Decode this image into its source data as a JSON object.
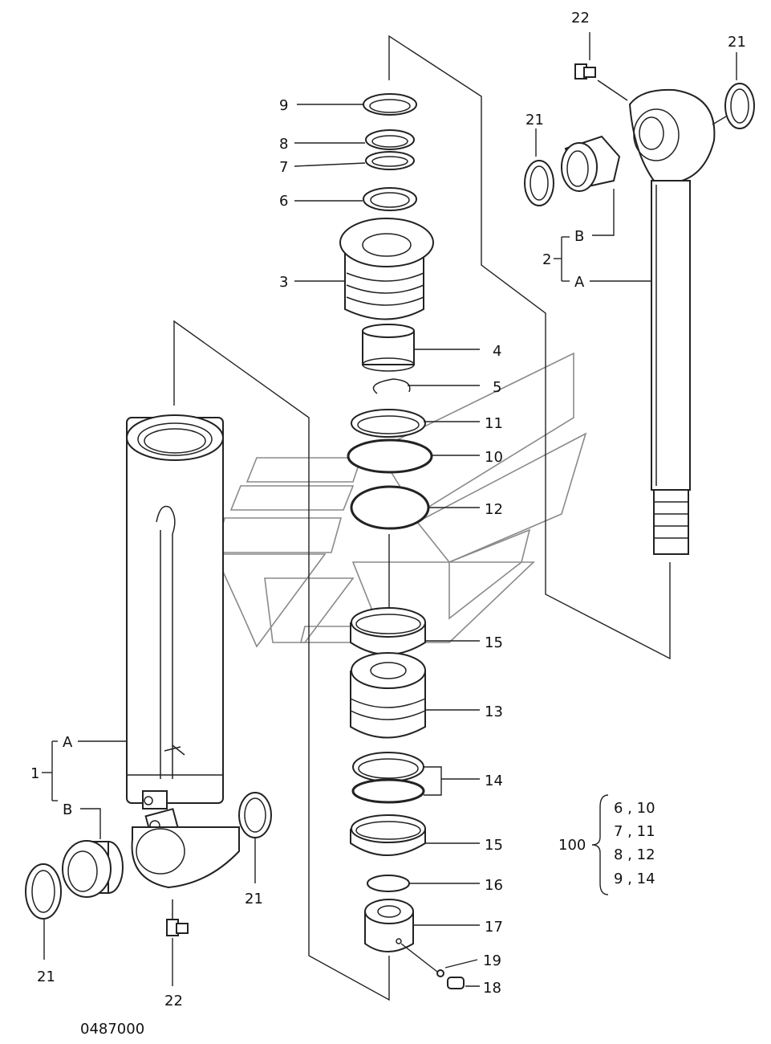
{
  "callouts": {
    "c1": "1",
    "c1a": "A",
    "c1b": "B",
    "c2": "2",
    "c2a": "A",
    "c2b": "B",
    "c3": "3",
    "c4": "4",
    "c5": "5",
    "c6": "6",
    "c7": "7",
    "c8": "8",
    "c9": "9",
    "c10": "10",
    "c11": "11",
    "c12": "12",
    "c13": "13",
    "c14": "14",
    "c15a": "15",
    "c15b": "15",
    "c16": "16",
    "c17": "17",
    "c18": "18",
    "c19": "19",
    "c21a": "21",
    "c21b": "21",
    "c21c": "21",
    "c21d": "21",
    "c22a": "22",
    "c22b": "22"
  },
  "kit": {
    "number": "100",
    "rows": [
      "6 , 10",
      "7 , 11",
      "8 , 12",
      "9 , 14"
    ]
  },
  "drawing_number": "0487000"
}
